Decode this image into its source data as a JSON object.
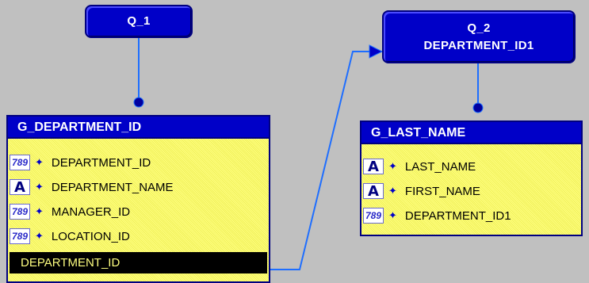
{
  "queries": [
    {
      "lines": [
        "Q_1"
      ]
    },
    {
      "lines": [
        "Q_2",
        "DEPARTMENT_ID1"
      ]
    }
  ],
  "groups": [
    {
      "title": "G_DEPARTMENT_ID",
      "columns": [
        {
          "icon": "number-icon",
          "icon_text": "789",
          "name": "DEPARTMENT_ID"
        },
        {
          "icon": "character-icon",
          "icon_text": "A",
          "name": "DEPARTMENT_NAME"
        },
        {
          "icon": "number-icon",
          "icon_text": "789",
          "name": "MANAGER_ID"
        },
        {
          "icon": "number-icon",
          "icon_text": "789",
          "name": "LOCATION_ID"
        }
      ],
      "selected_column": "DEPARTMENT_ID"
    },
    {
      "title": "G_LAST_NAME",
      "columns": [
        {
          "icon": "character-icon",
          "icon_text": "A",
          "name": "LAST_NAME"
        },
        {
          "icon": "character-icon",
          "icon_text": "A",
          "name": "FIRST_NAME"
        },
        {
          "icon": "number-icon",
          "icon_text": "789",
          "name": "DEPARTMENT_ID1"
        }
      ]
    }
  ],
  "arrow_glyph": "✦",
  "colors": {
    "canvas": "#c0c0c0",
    "query_fill": "#0000c8",
    "group_body": "#ffff80",
    "link_line": "#1e6eff",
    "selected_row_bg": "#000000",
    "selected_row_text": "#ffff80"
  }
}
